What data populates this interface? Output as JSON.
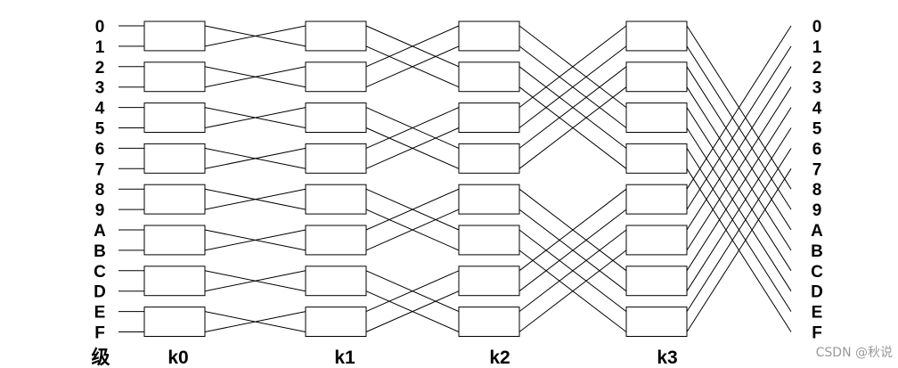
{
  "ports": [
    "0",
    "1",
    "2",
    "3",
    "4",
    "5",
    "6",
    "7",
    "8",
    "9",
    "A",
    "B",
    "C",
    "D",
    "E",
    "F"
  ],
  "row_label": "级",
  "stages": [
    {
      "label": "k0",
      "k": 0
    },
    {
      "label": "k1",
      "k": 1
    },
    {
      "label": "k2",
      "k": 2
    },
    {
      "label": "k3",
      "k": 3
    }
  ],
  "watermark": "CSDN @秋说"
}
